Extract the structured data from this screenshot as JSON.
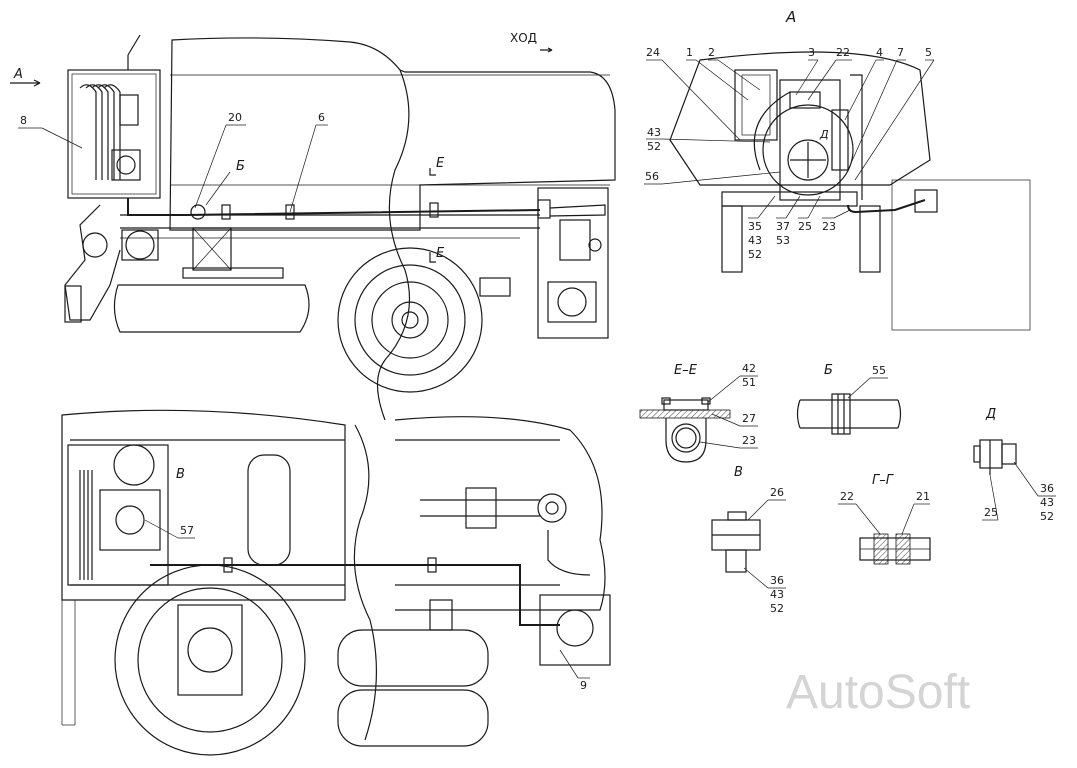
{
  "direction_label": "ХОД",
  "view_labels": {
    "view_a_arrow": "А",
    "view_a_title": "А",
    "section_e_top": "Е",
    "section_e_bottom": "Е",
    "b_main": "Б",
    "v_main": "В"
  },
  "detail_titles": {
    "e_e": "Е–Е",
    "b": "Б",
    "d_small": "Д",
    "d": "Д",
    "v": "В",
    "g_g": "Г–Г"
  },
  "main_callouts": [
    "8",
    "20",
    "6",
    "57",
    "9"
  ],
  "view_a_callouts": [
    "24",
    "1",
    "2",
    "3",
    "22",
    "4",
    "7",
    "5",
    "43",
    "52",
    "56",
    "35",
    "43",
    "52",
    "37",
    "53",
    "25",
    "23"
  ],
  "e_e_callouts": [
    "42",
    "51",
    "27",
    "23"
  ],
  "b_callouts": [
    "55"
  ],
  "d_callouts": [
    "36",
    "43",
    "52",
    "25"
  ],
  "v_callouts": [
    "26",
    "36",
    "43",
    "52"
  ],
  "g_g_callouts": [
    "22",
    "21"
  ],
  "watermark": "AutoSoft"
}
